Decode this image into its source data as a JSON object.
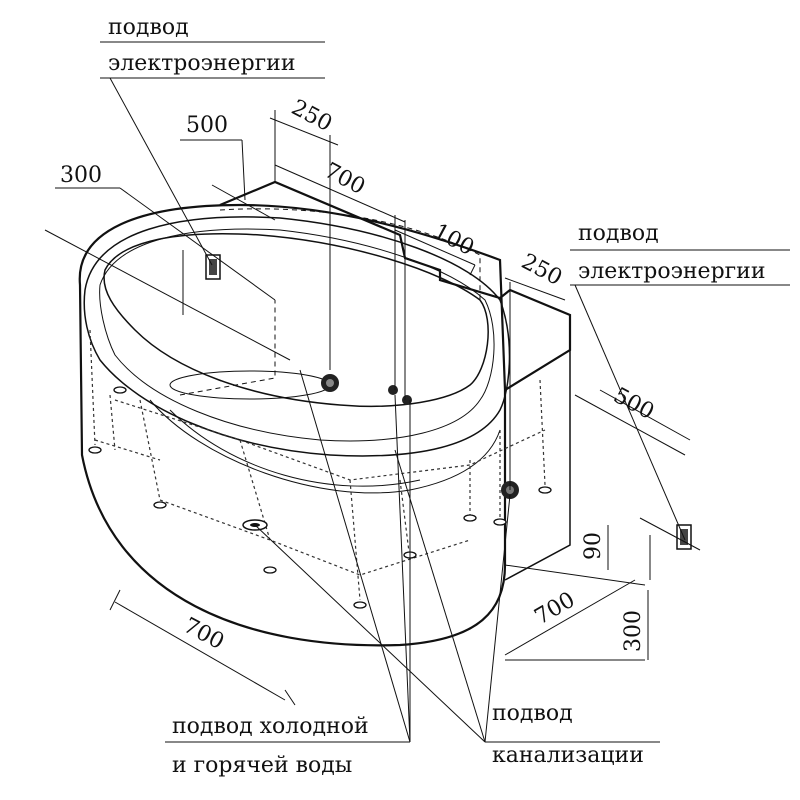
{
  "labels": {
    "power_top": [
      "подвод",
      "электроэнергии"
    ],
    "power_right": [
      "подвод",
      "электроэнергии"
    ],
    "water": [
      "подвод холодной",
      "и горячей воды"
    ],
    "drain": [
      "подвод",
      "канализации"
    ]
  },
  "dimensions": {
    "d250_top": "250",
    "d700_top": "700",
    "d100": "100",
    "d250_right": "250",
    "d500_top": "500",
    "d300_left": "300",
    "d500_right": "500",
    "d700_bottom_left": "700",
    "d700_bottom_right": "700",
    "d90": "90",
    "d300_right": "300"
  },
  "colors": {
    "ink": "#111111",
    "background": "#ffffff"
  }
}
